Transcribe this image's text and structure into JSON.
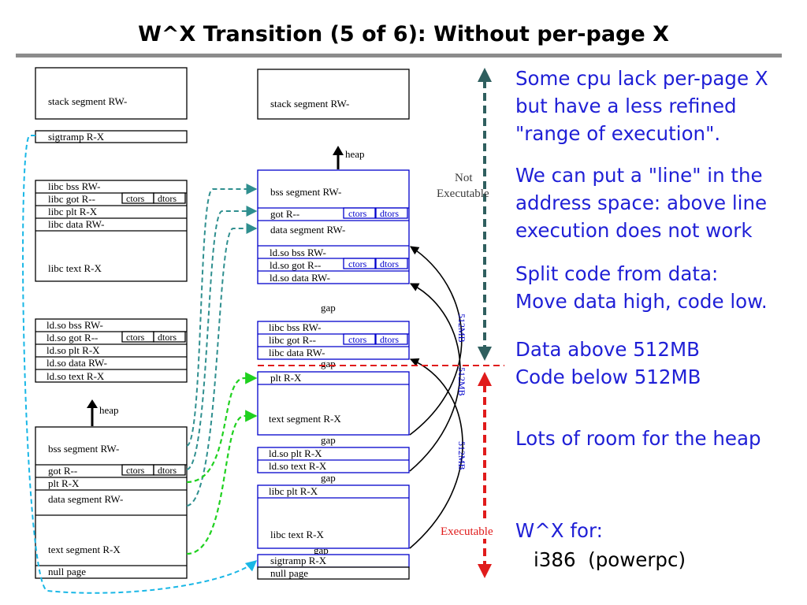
{
  "title": "W^X Transition (5 of 6): Without per-page X",
  "left": {
    "stack": "stack segment RW-",
    "sigtramp": "sigtramp R-X",
    "libc_bss": "libc bss RW-",
    "libc_got": "libc got R--",
    "libc_plt": "libc plt R-X",
    "libc_data": "libc data RW-",
    "libc_text": "libc text R-X",
    "ldso_bss": "ld.so bss RW-",
    "ldso_got": "ld.so got R--",
    "ldso_plt": "ld.so plt R-X",
    "ldso_data": "ld.so data RW-",
    "ldso_text": "ld.so text R-X",
    "heap": "heap",
    "bss": "bss segment RW-",
    "got": "got R--",
    "plt": "plt R-X",
    "data": "data segment RW-",
    "text": "text segment R-X",
    "null": "null page"
  },
  "mid": {
    "stack": "stack segment RW-",
    "heap": "heap",
    "bss": "bss segment RW-",
    "got": "got R--",
    "data": "data segment RW-",
    "ldso_bss": "ld.so bss RW-",
    "ldso_got": "ld.so got R--",
    "ldso_data": "ld.so data RW-",
    "gap": "gap",
    "libc_bss": "libc bss RW-",
    "libc_got": "libc got R--",
    "libc_data": "libc data RW-",
    "plt": "plt R-X",
    "text": "text segment R-X",
    "ldso_plt": "ld.so plt R-X",
    "ldso_text": "ld.so text R-X",
    "libc_plt": "libc plt R-X",
    "libc_text": "libc text R-X",
    "sigtramp": "sigtramp R-X",
    "null": "null page"
  },
  "ctors": "ctors",
  "dtors": "dtors",
  "not_exec_1": "Not",
  "not_exec_2": "Executable",
  "exec": "Executable",
  "size_512": "512MB",
  "notes": {
    "p1": "Some cpu lack per-page X\nbut have a less refined\n\"range of execution\".",
    "p2": "We can put a \"line\" in the\naddress space: above line\nexecution does not work",
    "p3": "Split code from data:\nMove data high, code low.",
    "p4": "Data above 512MB\nCode below 512MB",
    "p5": "Lots of room for the heap",
    "p6": "W^X for:",
    "p7": "i386  (powerpc)"
  },
  "colors": {
    "blue": "#0000cc",
    "teal": "#2f8f8f",
    "cyan": "#19b7e6",
    "green": "#1fd11f",
    "red": "#e01b1b",
    "rule": "#8c8c8c"
  }
}
